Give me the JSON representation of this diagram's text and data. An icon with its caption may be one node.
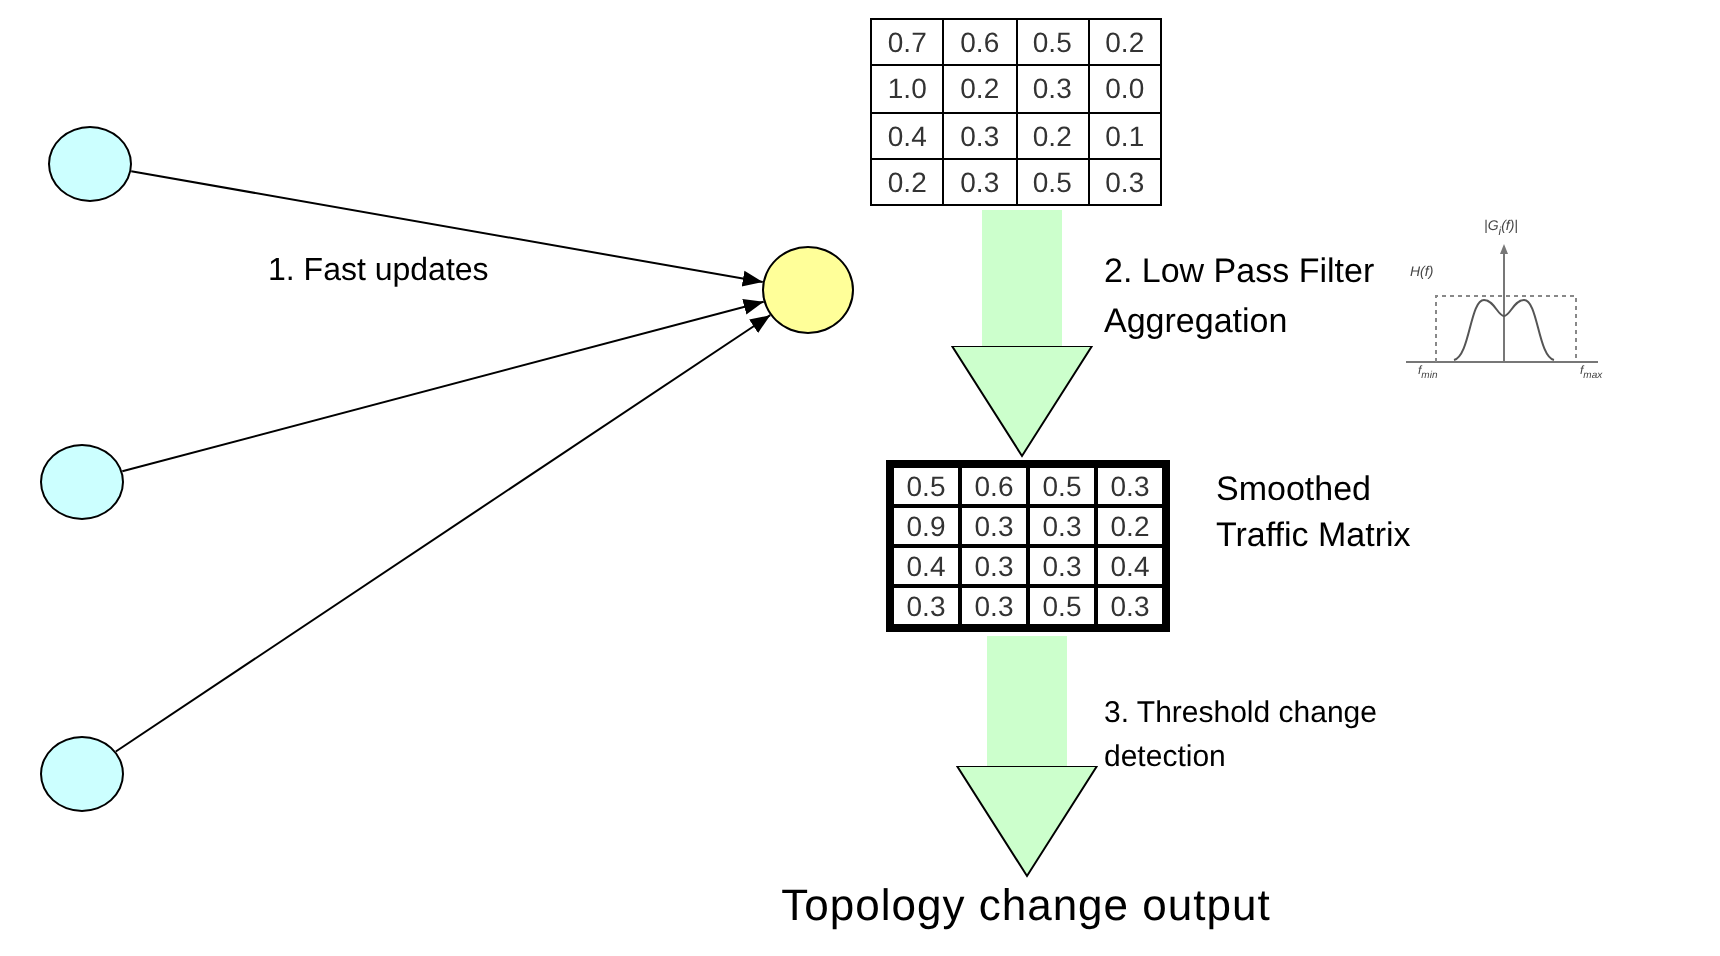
{
  "diagram": {
    "nodes": [
      {
        "text": [],
        "shape": "circle"
      },
      {
        "text": [],
        "shape": "circle"
      },
      {
        "text": [],
        "shape": "circle"
      },
      {
        "text": [],
        "shape": "circle"
      },
      {
        "text": [
          "0.7",
          "0.6",
          "0.5",
          "0.2",
          "1.0",
          "0.2",
          "0.3",
          "0.0",
          "0.4",
          "0.3",
          "0.2",
          "0.1",
          "0.2",
          "0.3",
          "0.5",
          "0.3"
        ]
      },
      {
        "text": [
          "0.5",
          "0.6",
          "0.5",
          "0.3",
          "0.9",
          "0.3",
          "0.3",
          "0.2",
          "0.4",
          "0.3",
          "0.3",
          "0.4",
          "0.3",
          "0.3",
          "0.5",
          "0.3"
        ],
        "beside": [
          "Smoothed Traffic Matrix"
        ]
      },
      {
        "text": [
          "Topology change output"
        ]
      }
    ],
    "edges": [
      {
        "from": 0,
        "to": 3,
        "arrow": "to"
      },
      {
        "from": 1,
        "to": 3,
        "arrow": "to"
      },
      {
        "from": 2,
        "to": 3,
        "arrow": "to"
      },
      {
        "from": 4,
        "to": 5,
        "arrow": "to",
        "label": "2. Low Pass Filter Aggregation",
        "style": "thick",
        "color": "#ccffcc"
      },
      {
        "from": 5,
        "to": 6,
        "arrow": "to",
        "label": "3. Threshold change detection",
        "style": "thick",
        "color": "#ccffcc"
      }
    ],
    "labels": [
      "1. Fast updates",
      "H(f)",
      "|G$_{i}$(f)|",
      "f$_{min}$",
      "f$_{max}$"
    ]
  }
}
